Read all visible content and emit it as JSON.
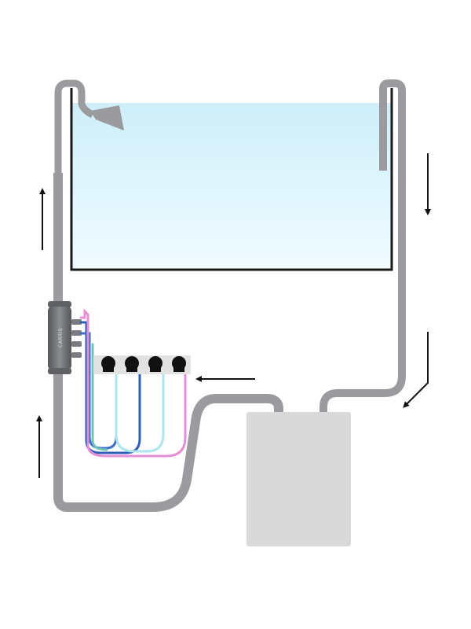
{
  "diagram": {
    "reactor_brand": "CARRIS",
    "colors": {
      "background": "#ffffff",
      "pipe": "#9b9a9f",
      "pipe_dark": "#87868b",
      "water_top": "#cdeffa",
      "water_bottom": "#f1fbff",
      "tank_outline": "#1a1a1a",
      "sump": "#d9d9d9",
      "reactor": "#6e7074",
      "pump_panel": "#e2e2e2",
      "pump_head": "#111111",
      "arrow": "#111111",
      "tube_blue": "#2f5fb5",
      "tube_teal": "#6fc2b8",
      "tube_light_blue": "#aee4ee",
      "tube_pink": "#e58fd7"
    },
    "flow_arrows": [
      {
        "name": "arrow-up-upper",
        "direction": "up"
      },
      {
        "name": "arrow-up-lower",
        "direction": "up"
      },
      {
        "name": "arrow-down-right",
        "direction": "down"
      },
      {
        "name": "arrow-down-left-corner",
        "direction": "down-left"
      },
      {
        "name": "arrow-left-into-pumps",
        "direction": "left"
      }
    ],
    "dosing_pump_count": 4,
    "components": [
      "aquarium-tank",
      "overflow-pipe",
      "sump",
      "return-pipe",
      "reactor",
      "dosing-pumps"
    ]
  }
}
